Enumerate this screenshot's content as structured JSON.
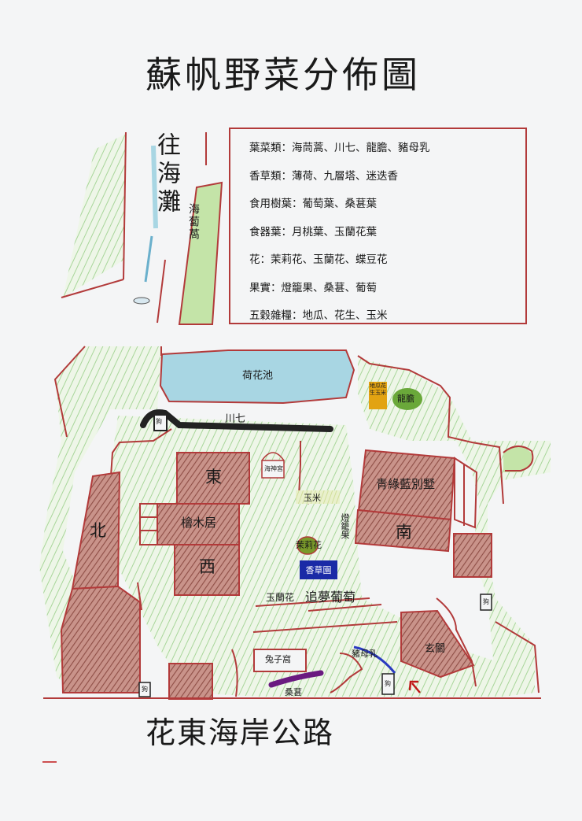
{
  "title": "蘇帆野菜分佈圖",
  "road": "花東海岸公路",
  "beach_label": "往海灘",
  "sweet_potato_label": "海蔔萵",
  "legend": [
    "葉菜類：海茼蒿、川七、龍膽、豬母乳",
    "香草類：薄荷、九層塔、迷迭香",
    "食用樹葉：葡萄葉、桑葚葉",
    "食器葉：月桃葉、玉蘭花葉",
    "花：茉莉花、玉蘭花、蝶豆花",
    "果實：燈籠果、桑葚、葡萄",
    "五穀雜糧：地瓜、花生、玉米"
  ],
  "places": {
    "lotus_pond": "荷花池",
    "chuanqi": "川七",
    "crops": "地瓜花生玉米",
    "longdan": "龍膽",
    "east": "東",
    "shrine": "海神宮",
    "villa": "青綠藍別墅",
    "yumi": "玉米",
    "north": "北",
    "cypress": "檜木居",
    "lantern_fruit": "燈籠果",
    "south": "南",
    "jasmine": "茉莉花",
    "west": "西",
    "herb_garden": "香草園",
    "magnolia": "玉蘭花",
    "dream_grape": "追夢葡萄",
    "entrance": "玄關",
    "rabbit_den": "兔子窩",
    "pig_milk": "豬母乳",
    "mulberry": "桑葚",
    "dog": "狗"
  },
  "colors": {
    "outline": "#b23a3a",
    "building_fill": "#a0645c",
    "pond": "#a8d6e3",
    "grass": "#8cc87a",
    "path": "#222222",
    "herb_garden": "#1a2aa6",
    "crops": "#e2a312",
    "mulberry": "#6a1a80",
    "yumi": "#f2ee9a",
    "arrow": "#c01818"
  }
}
